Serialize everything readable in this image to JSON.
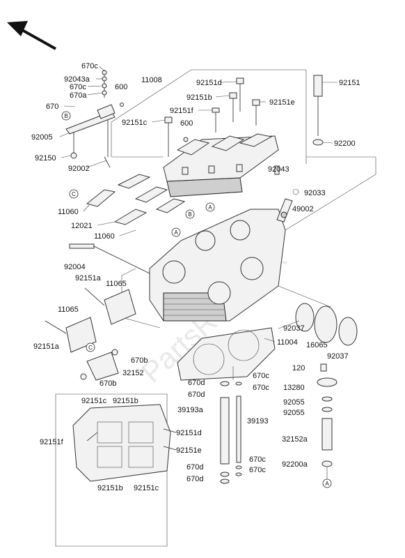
{
  "watermark": "PartsRepublik",
  "callouts": [
    {
      "id": "l-670c-a",
      "text": "670c"
    },
    {
      "id": "l-92043a",
      "text": "92043a"
    },
    {
      "id": "l-670c-b",
      "text": "670c"
    },
    {
      "id": "l-670a",
      "text": "670a"
    },
    {
      "id": "l-600-a",
      "text": "600"
    },
    {
      "id": "l-11008",
      "text": "11008"
    },
    {
      "id": "l-670",
      "text": "670"
    },
    {
      "id": "l-92005",
      "text": "92005"
    },
    {
      "id": "l-92150",
      "text": "92150"
    },
    {
      "id": "l-92002",
      "text": "92002"
    },
    {
      "id": "l-92151d-a",
      "text": "92151d"
    },
    {
      "id": "l-92151b-a",
      "text": "92151b"
    },
    {
      "id": "l-92151f-a",
      "text": "92151f"
    },
    {
      "id": "l-92151c-a",
      "text": "92151c"
    },
    {
      "id": "l-600-b",
      "text": "600"
    },
    {
      "id": "l-92151e-a",
      "text": "92151e"
    },
    {
      "id": "l-92151",
      "text": "92151"
    },
    {
      "id": "l-92200",
      "text": "92200"
    },
    {
      "id": "l-92043",
      "text": "92043"
    },
    {
      "id": "l-92033",
      "text": "92033"
    },
    {
      "id": "l-49002",
      "text": "49002"
    },
    {
      "id": "l-11060-a",
      "text": "11060"
    },
    {
      "id": "l-12021",
      "text": "12021"
    },
    {
      "id": "l-11060-b",
      "text": "11060"
    },
    {
      "id": "l-92004",
      "text": "92004"
    },
    {
      "id": "l-92151a-a",
      "text": "92151a"
    },
    {
      "id": "l-11065-a",
      "text": "11065"
    },
    {
      "id": "l-11065-b",
      "text": "11065"
    },
    {
      "id": "l-92151a-b",
      "text": "92151a"
    },
    {
      "id": "l-92037-a",
      "text": "92037"
    },
    {
      "id": "l-16065",
      "text": "16065"
    },
    {
      "id": "l-92037-b",
      "text": "92037"
    },
    {
      "id": "l-11004",
      "text": "11004"
    },
    {
      "id": "l-670b-a",
      "text": "670b"
    },
    {
      "id": "l-32152",
      "text": "32152"
    },
    {
      "id": "l-670b-b",
      "text": "670b"
    },
    {
      "id": "l-670c-c",
      "text": "670c"
    },
    {
      "id": "l-670d-a",
      "text": "670d"
    },
    {
      "id": "l-670c-d",
      "text": "670c"
    },
    {
      "id": "l-670d-b",
      "text": "670d"
    },
    {
      "id": "l-39193a",
      "text": "39193a"
    },
    {
      "id": "l-39193",
      "text": "39193"
    },
    {
      "id": "l-120",
      "text": "120"
    },
    {
      "id": "l-13280",
      "text": "13280"
    },
    {
      "id": "l-92055-a",
      "text": "92055"
    },
    {
      "id": "l-92055-b",
      "text": "92055"
    },
    {
      "id": "l-32152a",
      "text": "32152a"
    },
    {
      "id": "l-92200a",
      "text": "92200a"
    },
    {
      "id": "l-92151c-b",
      "text": "92151c"
    },
    {
      "id": "l-92151b-b",
      "text": "92151b"
    },
    {
      "id": "l-92151f-b",
      "text": "92151f"
    },
    {
      "id": "l-92151d-b",
      "text": "92151d"
    },
    {
      "id": "l-92151e-b",
      "text": "92151e"
    },
    {
      "id": "l-670d-c",
      "text": "670d"
    },
    {
      "id": "l-670d-d",
      "text": "670d"
    },
    {
      "id": "l-670c-e",
      "text": "670c"
    },
    {
      "id": "l-670c-f",
      "text": "670c"
    },
    {
      "id": "l-92151b-c",
      "text": "92151b"
    },
    {
      "id": "l-92151c-c",
      "text": "92151c"
    }
  ],
  "markers": {
    "a": "A",
    "b": "B",
    "c": "C"
  }
}
